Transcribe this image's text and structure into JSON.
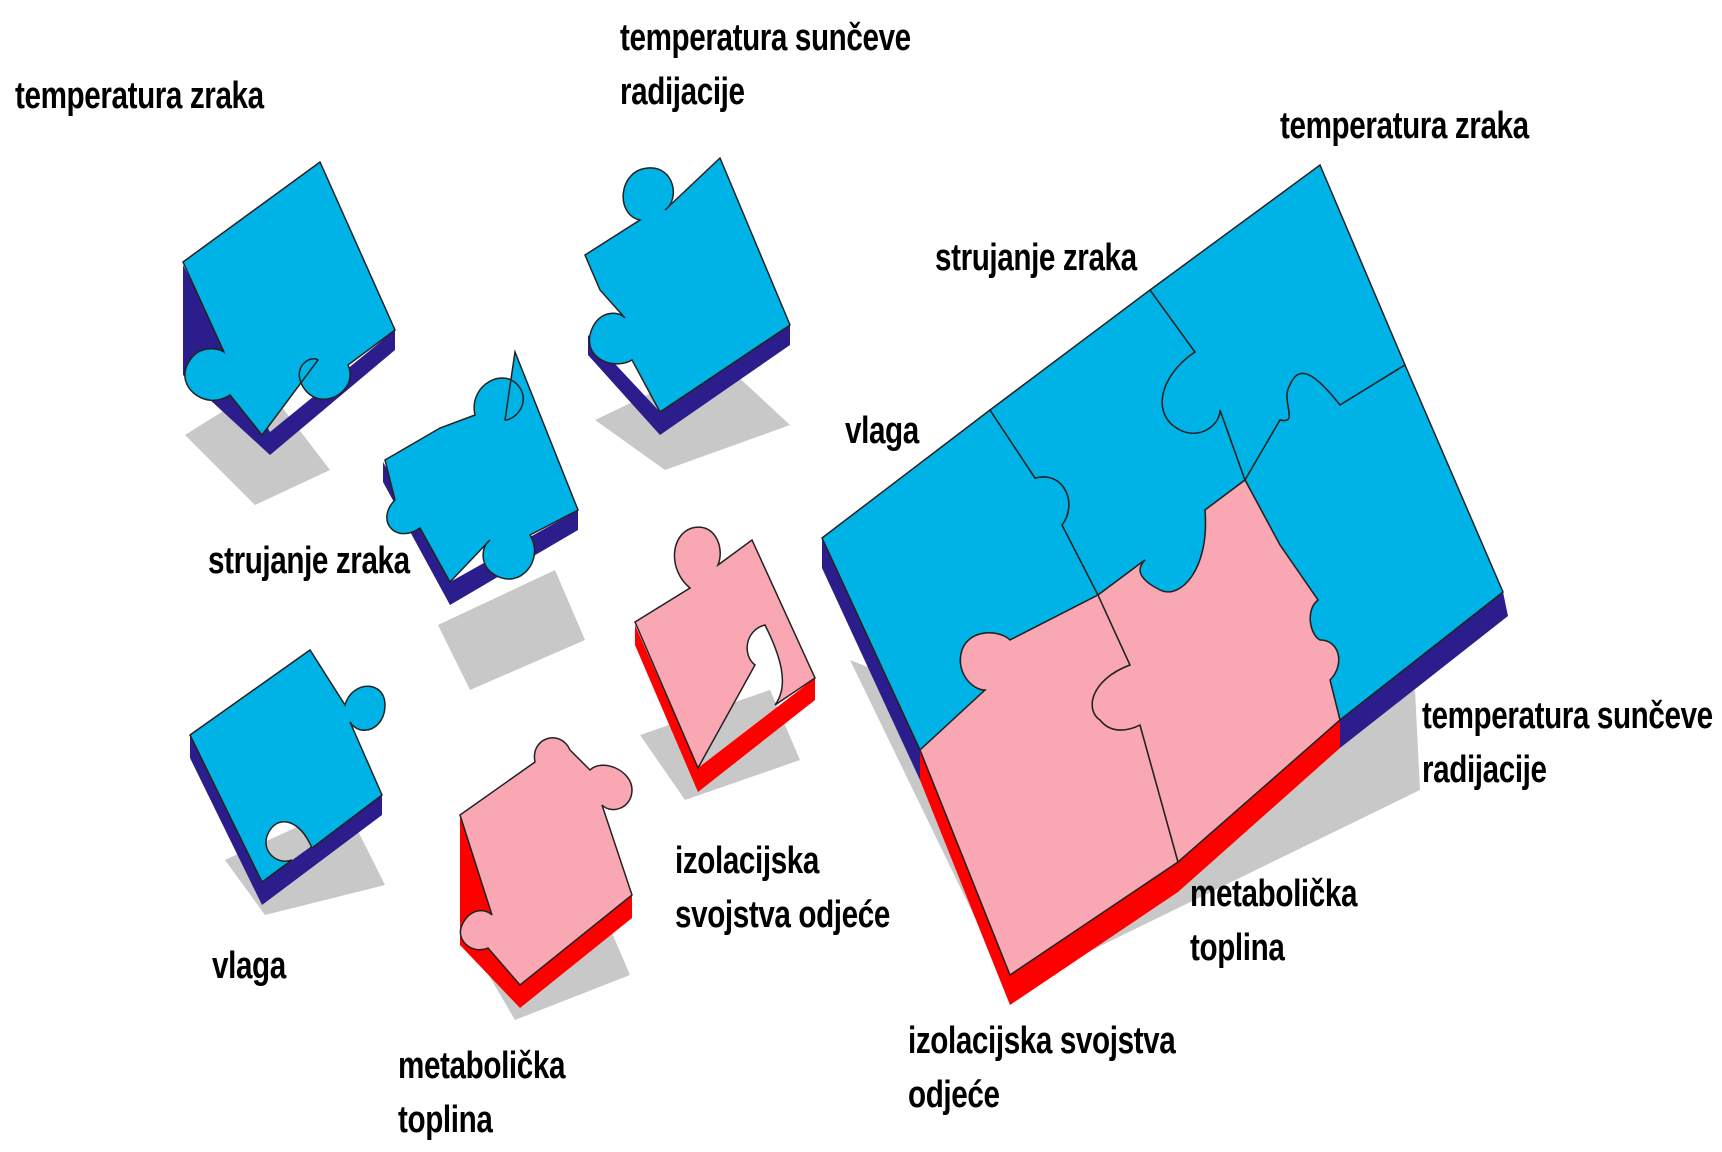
{
  "colors": {
    "blue_top": "#00B3E7",
    "blue_side": "#2B1D8C",
    "pink_top": "#F8A7B3",
    "pink_side": "#FF0000",
    "shadow": "#C8C8C8",
    "outline": "#222222"
  },
  "labels": {
    "loose_air_temp": "temperatura zraka",
    "loose_solar_temp_line1": "temperatura sunčeve",
    "loose_solar_temp_line2": "radijacije",
    "loose_airflow": "strujanje zraka",
    "loose_humidity": "vlaga",
    "loose_insulation_line1": "izolacijska",
    "loose_insulation_line2": "svojstva odjeće",
    "loose_metabolic_line1": "metabolička",
    "loose_metabolic_line2": "toplina",
    "board_air_temp": "temperatura zraka",
    "board_airflow": "strujanje zraka",
    "board_humidity": "vlaga",
    "board_solar_temp_line1": "temperatura sunčeve",
    "board_solar_temp_line2": "radijacije",
    "board_metabolic_line1": "metabolička",
    "board_metabolic_line2": "toplina",
    "board_insulation_line1": "izolacijska svojstva",
    "board_insulation_line2": "odjeće"
  }
}
